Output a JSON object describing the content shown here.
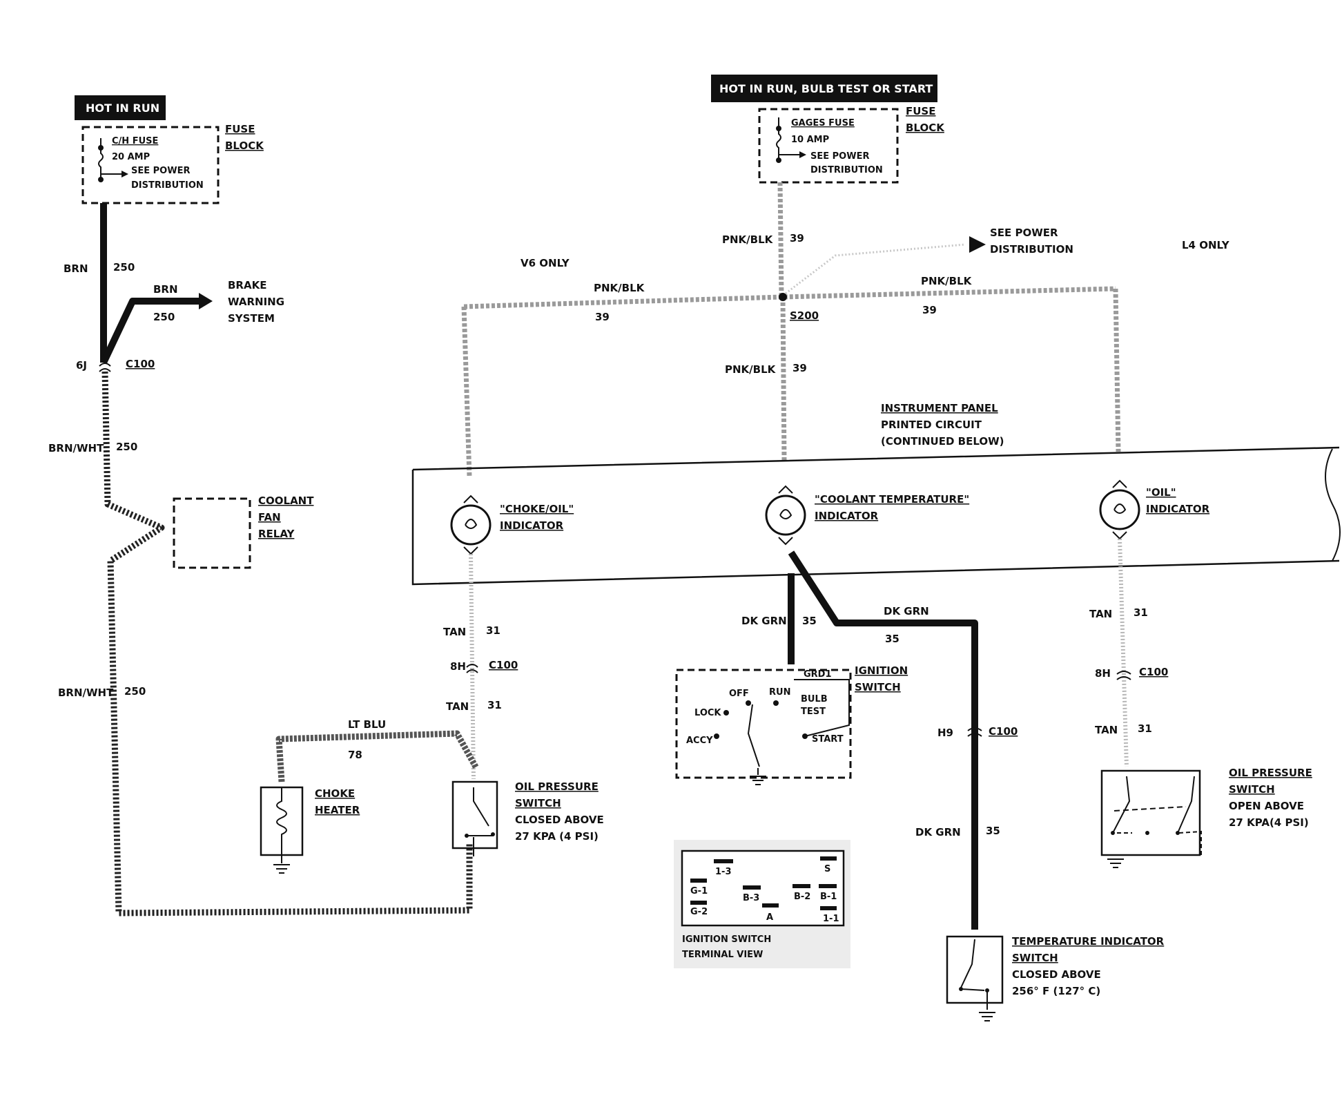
{
  "left_circuit": {
    "hot_tag": "HOT IN RUN",
    "fuse_name": "C/H FUSE",
    "fuse_amp": "20 AMP",
    "see_power_1": "SEE POWER",
    "see_power_2": "DISTRIBUTION",
    "fuse_block_1": "FUSE",
    "fuse_block_2": "BLOCK",
    "wire_top_color": "BRN",
    "wire_top_num": "250",
    "branch_color": "BRN",
    "branch_num": "250",
    "brake_1": "BRAKE",
    "brake_2": "WARNING",
    "brake_3": "SYSTEM",
    "conn_pin": "6J",
    "conn_name": "C100",
    "wire_mid_color": "BRN/WHT",
    "wire_mid_num": "250",
    "relay_1": "COOLANT",
    "relay_2": "FAN",
    "relay_3": "RELAY",
    "wire_low_color": "BRN/WHT",
    "wire_low_num": "250"
  },
  "center_circuit": {
    "hot_tag": "HOT IN RUN,  BULB TEST OR START",
    "fuse_name": "GAGES FUSE",
    "fuse_amp": "10 AMP",
    "see_power_1": "SEE POWER",
    "see_power_2": "DISTRIBUTION",
    "fuse_block_1": "FUSE",
    "fuse_block_2": "BLOCK",
    "wire_top_color": "PNK/BLK",
    "wire_top_num": "39",
    "see_power_right_1": "SEE POWER",
    "see_power_right_2": "DISTRIBUTION",
    "v6_only": "V6 ONLY",
    "l4_only": "L4 ONLY",
    "left_branch_color": "PNK/BLK",
    "left_branch_num": "39",
    "right_branch_color": "PNK/BLK",
    "right_branch_num": "39",
    "splice": "S200",
    "wire_mid_color": "PNK/BLK",
    "wire_mid_num": "39",
    "ip_1": "INSTRUMENT PANEL",
    "ip_2": "PRINTED CIRCUIT",
    "ip_3": "(CONTINUED BELOW)"
  },
  "indicators": {
    "choke_1": "\"CHOKE/OIL\"",
    "choke_2": "INDICATOR",
    "coolant_1": "\"COOLANT TEMPERATURE\"",
    "coolant_2": "INDICATOR",
    "oil_1": "\"OIL\"",
    "oil_2": "INDICATOR"
  },
  "choke_branch": {
    "tan_top_color": "TAN",
    "tan_top_num": "31",
    "conn_pin": "8H",
    "conn_name": "C100",
    "tan_low_color": "TAN",
    "tan_low_num": "31",
    "ltblu_color": "LT BLU",
    "ltblu_num": "78",
    "heater_1": "CHOKE",
    "heater_2": "HEATER",
    "ops_1": "OIL PRESSURE",
    "ops_2": "SWITCH",
    "ops_3": "CLOSED ABOVE",
    "ops_4": "27 KPA (4 PSI)"
  },
  "coolant_branch": {
    "dkgrn_left_color": "DK GRN",
    "dkgrn_left_num": "35",
    "dkgrn_right_color": "DK GRN",
    "dkgrn_right_num": "35",
    "grd_pin": "GRD1",
    "ign_1": "IGNITION",
    "ign_2": "SWITCH",
    "pos_off": "OFF",
    "pos_run": "RUN",
    "pos_lock": "LOCK",
    "pos_accy": "ACCY",
    "pos_bulb_1": "BULB",
    "pos_bulb_2": "TEST",
    "pos_start": "START",
    "conn_pin": "H9",
    "conn_name": "C100",
    "dkgrn_low_color": "DK GRN",
    "dkgrn_low_num": "35",
    "temp_1": "TEMPERATURE INDICATOR",
    "temp_2": "SWITCH",
    "temp_3": "CLOSED ABOVE",
    "temp_4": "256° F (127° C)"
  },
  "oil_branch": {
    "tan_top_color": "TAN",
    "tan_top_num": "31",
    "conn_pin": "8H",
    "conn_name": "C100",
    "tan_low_color": "TAN",
    "tan_low_num": "31",
    "ops_1": "OIL PRESSURE",
    "ops_2": "SWITCH",
    "ops_3": "OPEN ABOVE",
    "ops_4": "27 KPA(4 PSI)"
  },
  "terminal_view": {
    "caption_1": "IGNITION SWITCH",
    "caption_2": "TERMINAL VIEW",
    "t_13": "1-3",
    "t_s": "S",
    "t_g1": "G-1",
    "t_b3": "B-3",
    "t_b2": "B-2",
    "t_b1": "B-1",
    "t_g2": "G-2",
    "t_a": "A",
    "t_11": "1-1"
  }
}
